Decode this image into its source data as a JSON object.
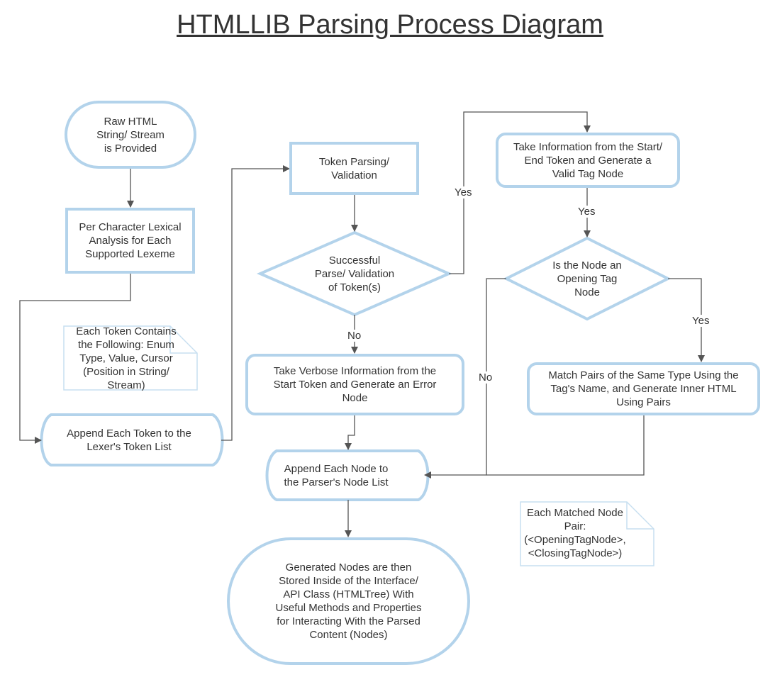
{
  "title": "HTMLLIB Parsing Process Diagram",
  "nodes": {
    "raw_html": "Raw HTML\nString/ Stream\nis Provided",
    "lexical": "Per Character Lexical\nAnalysis for Each\nSupported Lexeme",
    "token_note": "Each Token Contains\nthe Following: Enum\nType, Value, Cursor\n(Position in String/\nStream)",
    "append_token": "Append Each Token to the\nLexer's Token List",
    "token_parsing": "Token Parsing/\nValidation",
    "successful": "Successful\nParse/ Validation\nof Token(s)",
    "verbose": "Take Verbose Information from the\nStart Token and Generate an Error\nNode",
    "append_node": "Append Each Node to\nthe Parser's Node List",
    "generated": "Generated Nodes are then\nStored Inside of the Interface/\nAPI Class (HTMLTree) With\nUseful Methods and Properties\nfor Interacting With the Parsed\nContent (Nodes)",
    "take_info": "Take Information from the Start/\nEnd Token and Generate a\nValid Tag Node",
    "is_opening": "Is the Node an\nOpening Tag\nNode",
    "match_pairs": "Match Pairs of the Same Type Using the\nTag's Name, and Generate Inner HTML\nUsing Pairs",
    "pair_note": "Each Matched Node\nPair:\n(<OpeningTagNode>,\n<ClosingTagNode>)"
  },
  "edge_labels": {
    "yes_to_take_info": "Yes",
    "no_to_verbose": "No",
    "yes_to_is_opening": "Yes",
    "yes_to_match": "Yes",
    "no_to_append_node": "No"
  },
  "colors": {
    "shape_border": "#b3d3eb",
    "note_border": "#c7dff0",
    "edge": "#555555",
    "text": "#333333"
  }
}
